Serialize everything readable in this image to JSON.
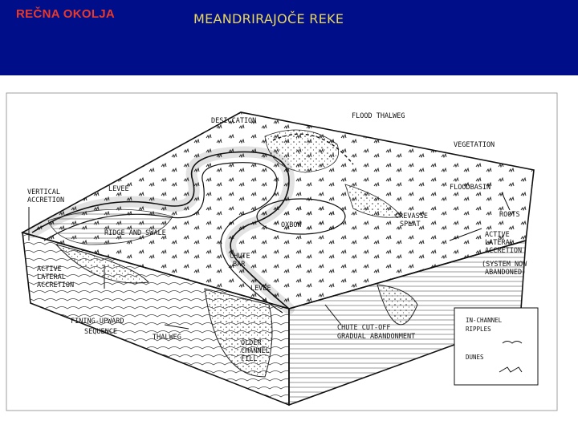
{
  "header": {
    "left_label": "REČNA OKOLJA",
    "title": "MEANDRIRAJOČE REKE",
    "background": "#000e8a",
    "left_color": "#e83a2a",
    "title_color": "#e8d85c"
  },
  "diagram": {
    "labels": {
      "desiccation": "DESICCATION",
      "flood_thalweg": "FLOOD THALWEG",
      "vegetation": "VEGETATION",
      "floodbasin": "FLOODBASIN",
      "roots": "ROOTS",
      "vertical_accretion_1": "VERTICAL",
      "vertical_accretion_2": "ACCRETION",
      "levee_top": "LEVEE",
      "ridge_and_swale": "RIDGE AND SWALE",
      "oxbow": "OXBOW",
      "crevasse_1": "CREVASSE",
      "crevasse_2": "SPLAT",
      "active_lateral_right_1": "ACTIVE",
      "active_lateral_right_2": "LATERAL",
      "active_lateral_right_3": "ACCRETION",
      "system_1": "(SYSTEM NOW",
      "system_2": "ABANDONED)",
      "active_lateral_left_1": "ACTIVE",
      "active_lateral_left_2": "LATERAL",
      "active_lateral_left_3": "ACCRETION",
      "chute_bar_1": "CHUTE",
      "chute_bar_2": "BAR",
      "levee_bottom": "LEVEE",
      "fining_1": "FINING-UPWARD",
      "fining_2": "SEQUENCE",
      "thalweg": "THALWEG",
      "older_1": "OLDER",
      "older_2": "CHANNEL",
      "older_3": "FILL",
      "chute_cutoff_1": "CHUTE CUT-OFF",
      "chute_cutoff_2": "GRADUAL ABANDONMENT",
      "legend_1": "IN-CHANNEL",
      "legend_2": "RIPPLES",
      "legend_3": "DUNES"
    }
  }
}
